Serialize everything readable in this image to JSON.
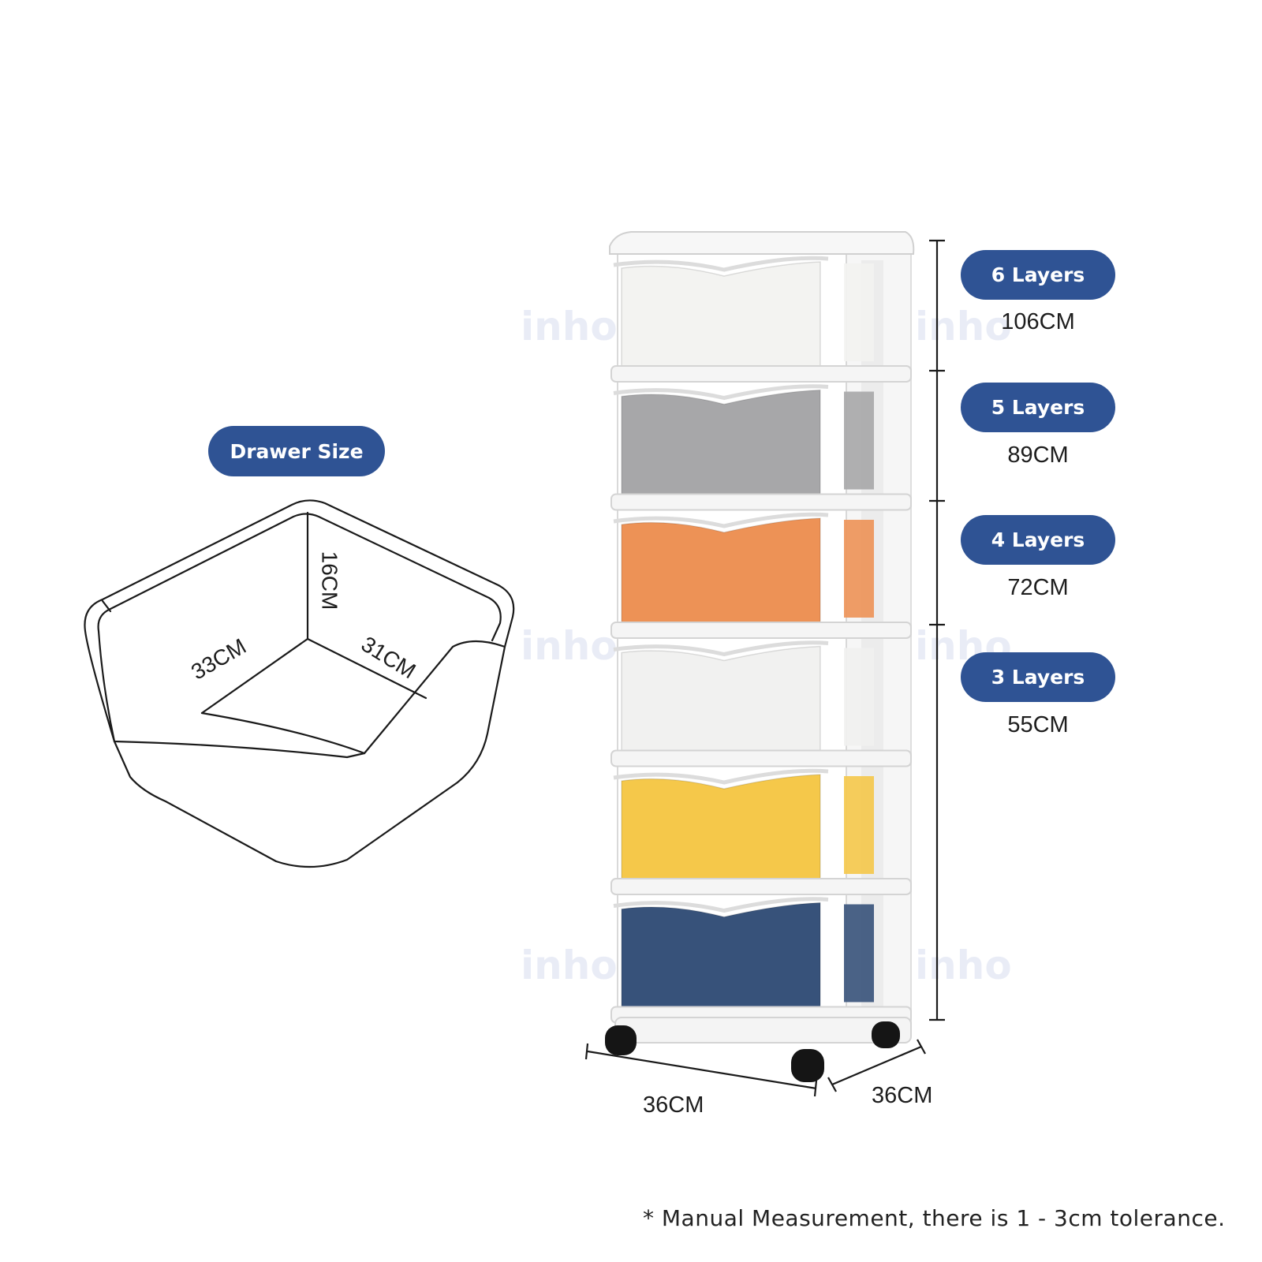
{
  "drawer": {
    "title": "Drawer Size",
    "height_label": "16CM",
    "width_label": "33CM",
    "depth_label": "31CM"
  },
  "cabinet": {
    "width_label": "36CM",
    "depth_label": "36CM",
    "drawer_colors": [
      "#f3f3f1",
      "#a7a7a9",
      "#ed9256",
      "#f1f1f0",
      "#f5c84a",
      "#37527a"
    ],
    "frame_color": "#ffffff",
    "wheel_color": "#151515"
  },
  "layers": [
    {
      "label": "6 Layers",
      "height": "106CM"
    },
    {
      "label": "5 Layers",
      "height": "89CM"
    },
    {
      "label": "4 Layers",
      "height": "72CM"
    },
    {
      "label": "3 Layers",
      "height": "55CM"
    }
  ],
  "watermark": "inho",
  "note": "* Manual Measurement, there is 1 - 3cm tolerance.",
  "accent_color": "#2f5394"
}
